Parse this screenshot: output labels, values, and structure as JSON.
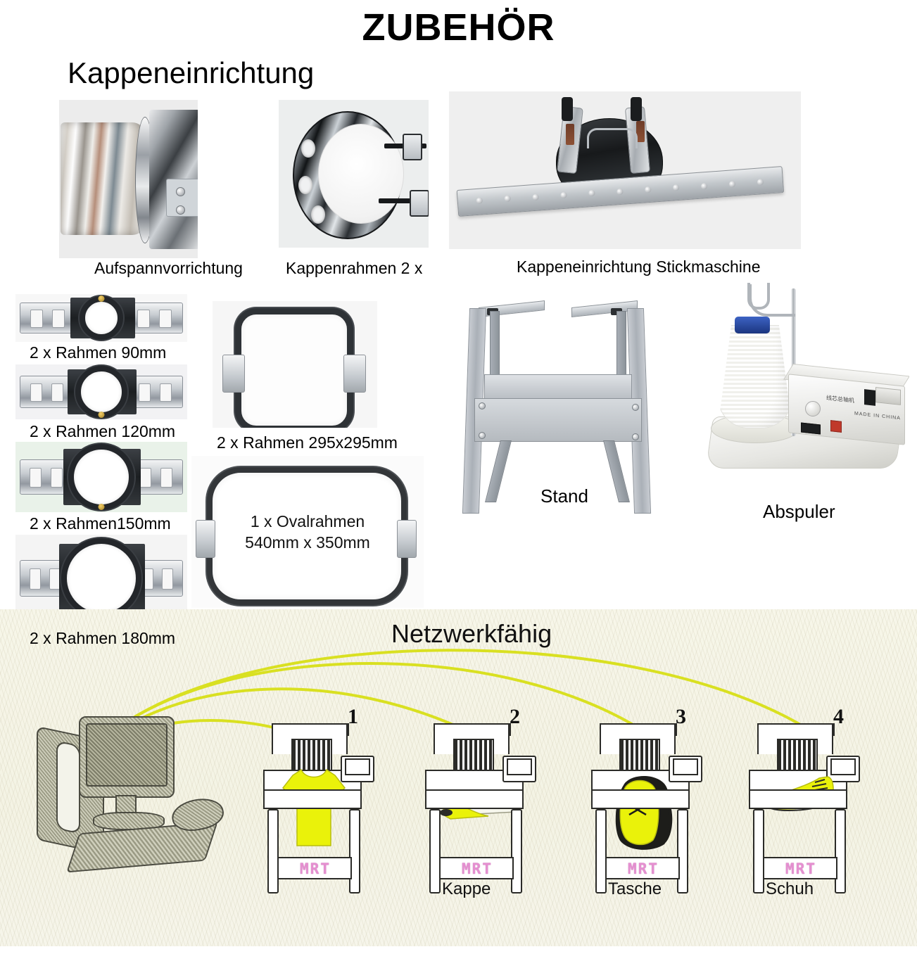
{
  "page": {
    "title": "ZUBEHÖR",
    "section_cap": "Kappeneinrichtung"
  },
  "cap_equipment": [
    {
      "name": "clamp",
      "caption": "Aufspannvorrichtung"
    },
    {
      "name": "cap-frame",
      "caption": "Kappenrahmen 2 x"
    },
    {
      "name": "cap-device",
      "caption": "Kappeneinrichtung Stickmaschine"
    }
  ],
  "round_frames": [
    {
      "caption": "2 x Rahmen 90mm"
    },
    {
      "caption": "2 x Rahmen 120mm"
    },
    {
      "caption": "2 x Rahmen150mm"
    },
    {
      "caption": "2 x Rahmen 180mm"
    }
  ],
  "square_frame": {
    "caption": "2 x Rahmen 295x295mm"
  },
  "oval_frame": {
    "line1": "1 x Ovalrahmen",
    "line2": "540mm x 350mm"
  },
  "stand": {
    "caption": "Stand"
  },
  "winder": {
    "caption": "Abspuler",
    "made_in": "MADE IN CHINA"
  },
  "network": {
    "title": "Netzwerkfähig",
    "brand": "MRT",
    "arc_color": "#d9e021",
    "machines": [
      {
        "number": "1",
        "label": "",
        "garment": "t-shirt"
      },
      {
        "number": "2",
        "label": "Kappe",
        "garment": "cap"
      },
      {
        "number": "3",
        "label": "Tasche",
        "garment": "bag"
      },
      {
        "number": "4",
        "label": "Schuh",
        "garment": "shoe"
      }
    ]
  },
  "colors": {
    "accent_yellow": "#e8ec1e",
    "brand_pink": "#e58fd0",
    "panel_cream": "#f5f4e6"
  }
}
